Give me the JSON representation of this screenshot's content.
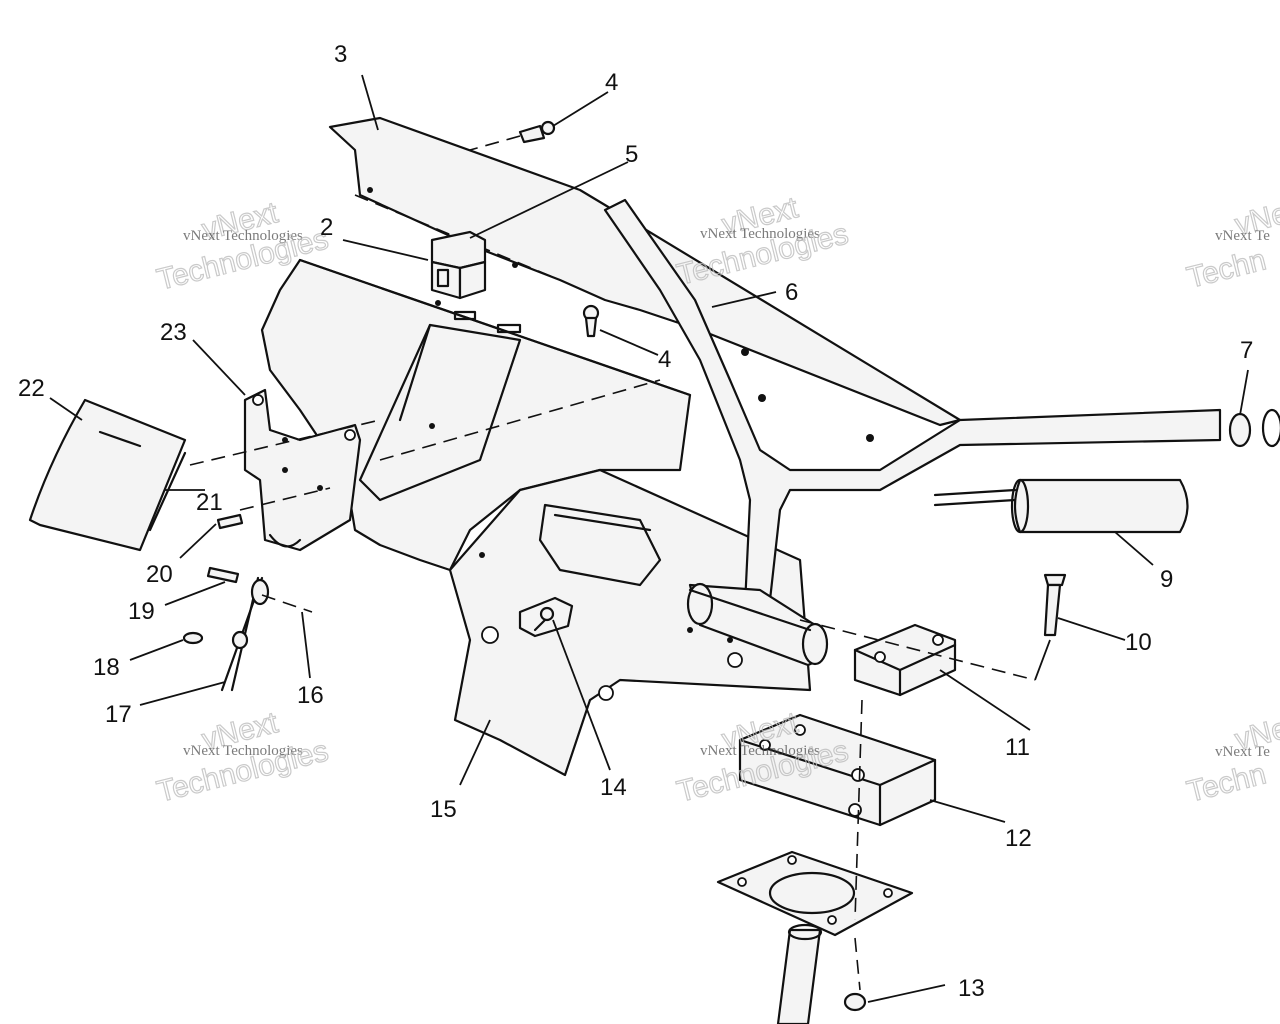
{
  "callouts": [
    {
      "id": "2",
      "label": "2"
    },
    {
      "id": "3",
      "label": "3"
    },
    {
      "id": "4a",
      "label": "4"
    },
    {
      "id": "4b",
      "label": "4"
    },
    {
      "id": "5",
      "label": "5"
    },
    {
      "id": "6",
      "label": "6"
    },
    {
      "id": "7",
      "label": "7"
    },
    {
      "id": "9",
      "label": "9"
    },
    {
      "id": "10",
      "label": "10"
    },
    {
      "id": "11",
      "label": "11"
    },
    {
      "id": "12",
      "label": "12"
    },
    {
      "id": "13",
      "label": "13"
    },
    {
      "id": "14",
      "label": "14"
    },
    {
      "id": "15",
      "label": "15"
    },
    {
      "id": "16",
      "label": "16"
    },
    {
      "id": "17",
      "label": "17"
    },
    {
      "id": "18",
      "label": "18"
    },
    {
      "id": "19",
      "label": "19"
    },
    {
      "id": "20",
      "label": "20"
    },
    {
      "id": "21",
      "label": "21"
    },
    {
      "id": "22",
      "label": "22"
    },
    {
      "id": "23",
      "label": "23"
    }
  ],
  "watermark": {
    "line1": "vNext Technologies",
    "line2_top": "vNext",
    "line2_bottom": "Technologies",
    "edge_top": "vNex",
    "edge_line": "vNext Te",
    "edge_bottom": "Techn"
  }
}
